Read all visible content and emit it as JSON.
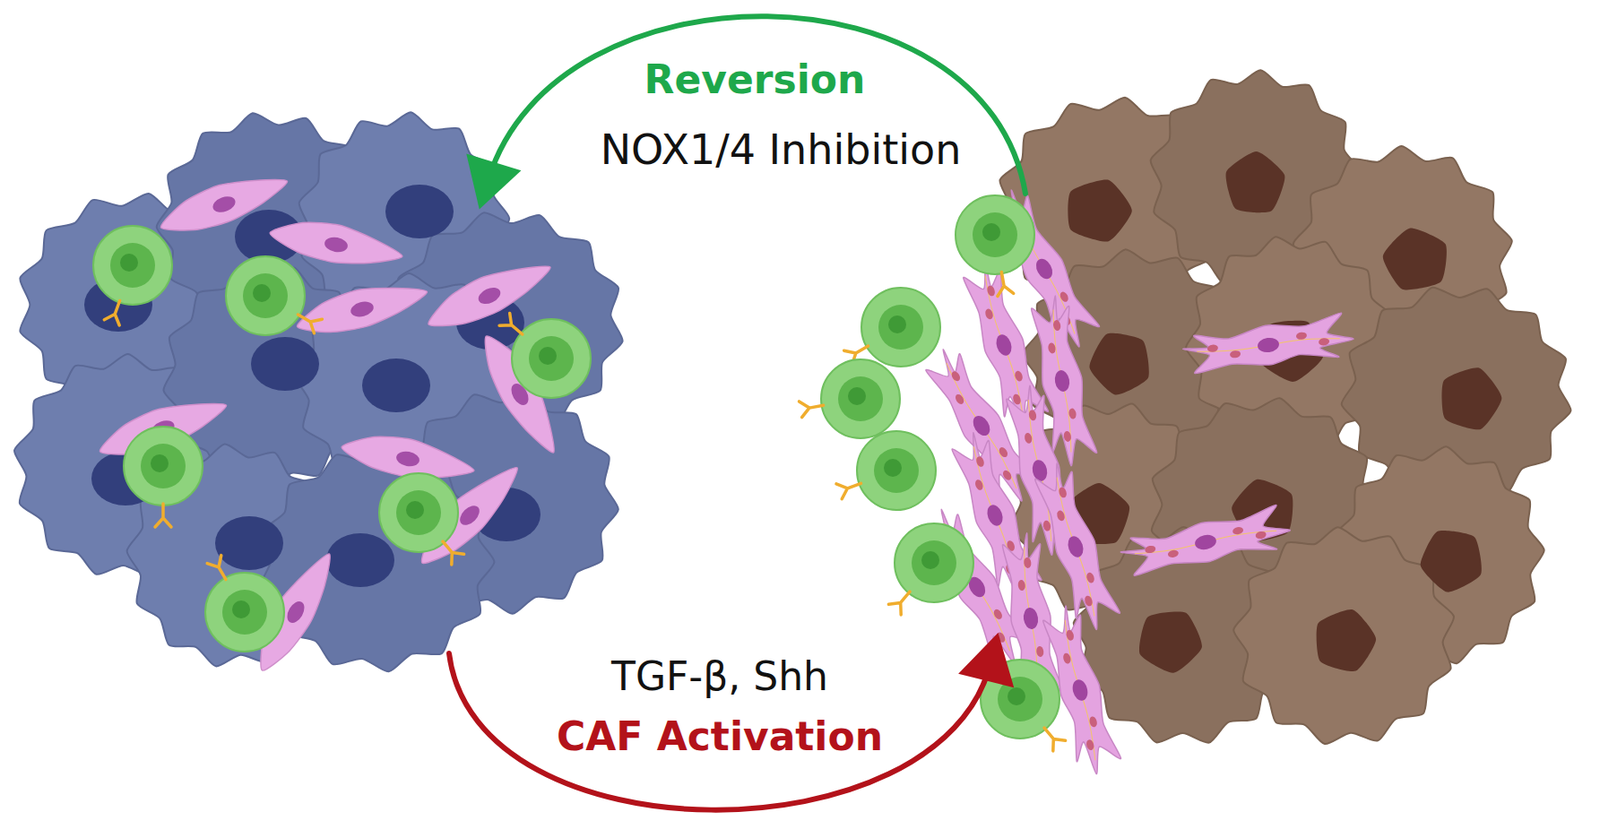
{
  "diagram": {
    "labels": [
      "Reversion",
      "NOX1/4 Inhibition",
      "TGF-β, Shh",
      "CAF Activation"
    ]
  }
}
